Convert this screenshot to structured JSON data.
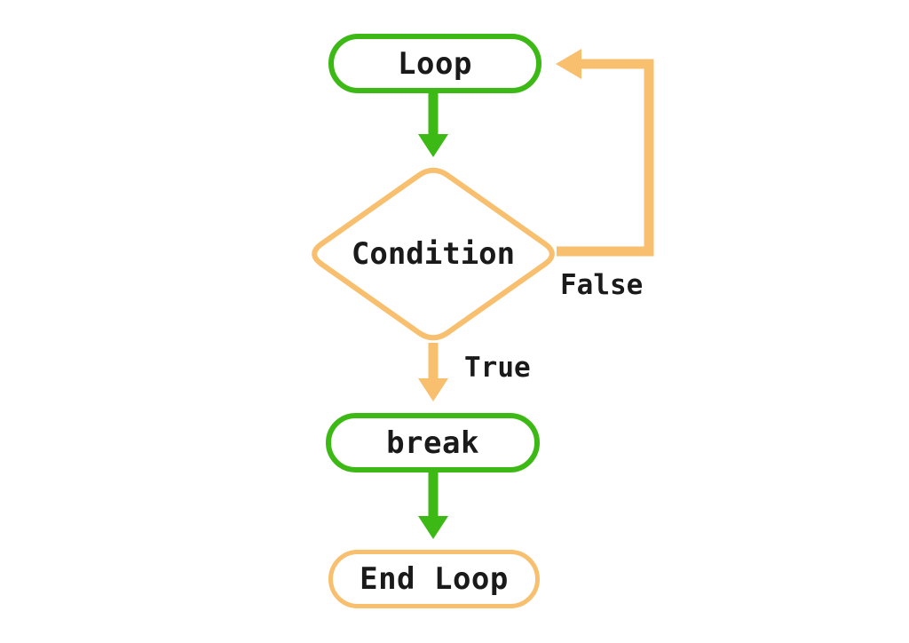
{
  "diagram": {
    "type": "flowchart",
    "topic": "loop break control flow",
    "nodes": [
      {
        "id": "loop",
        "label": "Loop",
        "shape": "rounded-rect",
        "border_color": "#3cb915"
      },
      {
        "id": "condition",
        "label": "Condition",
        "shape": "diamond",
        "border_color": "#f7bf6e"
      },
      {
        "id": "break",
        "label": "break",
        "shape": "rounded-rect",
        "border_color": "#3cb915"
      },
      {
        "id": "end_loop",
        "label": "End Loop",
        "shape": "rounded-rect",
        "border_color": "#f7bf6e"
      }
    ],
    "edges": [
      {
        "from": "loop",
        "to": "condition",
        "label": "",
        "color": "#3cb915",
        "style": "arrow-down"
      },
      {
        "from": "condition",
        "to": "break",
        "label": "True",
        "color": "#f7bf6e",
        "style": "arrow-down"
      },
      {
        "from": "condition",
        "to": "loop",
        "label": "False",
        "color": "#f7bf6e",
        "style": "feedback-loop-right"
      },
      {
        "from": "break",
        "to": "end_loop",
        "label": "",
        "color": "#3cb915",
        "style": "arrow-down"
      }
    ],
    "edge_labels": {
      "true": "True",
      "false": "False"
    },
    "colors": {
      "green": "#3cb915",
      "orange": "#f7bf6e",
      "text": "#1a1a1a",
      "background": "#ffffff"
    }
  }
}
